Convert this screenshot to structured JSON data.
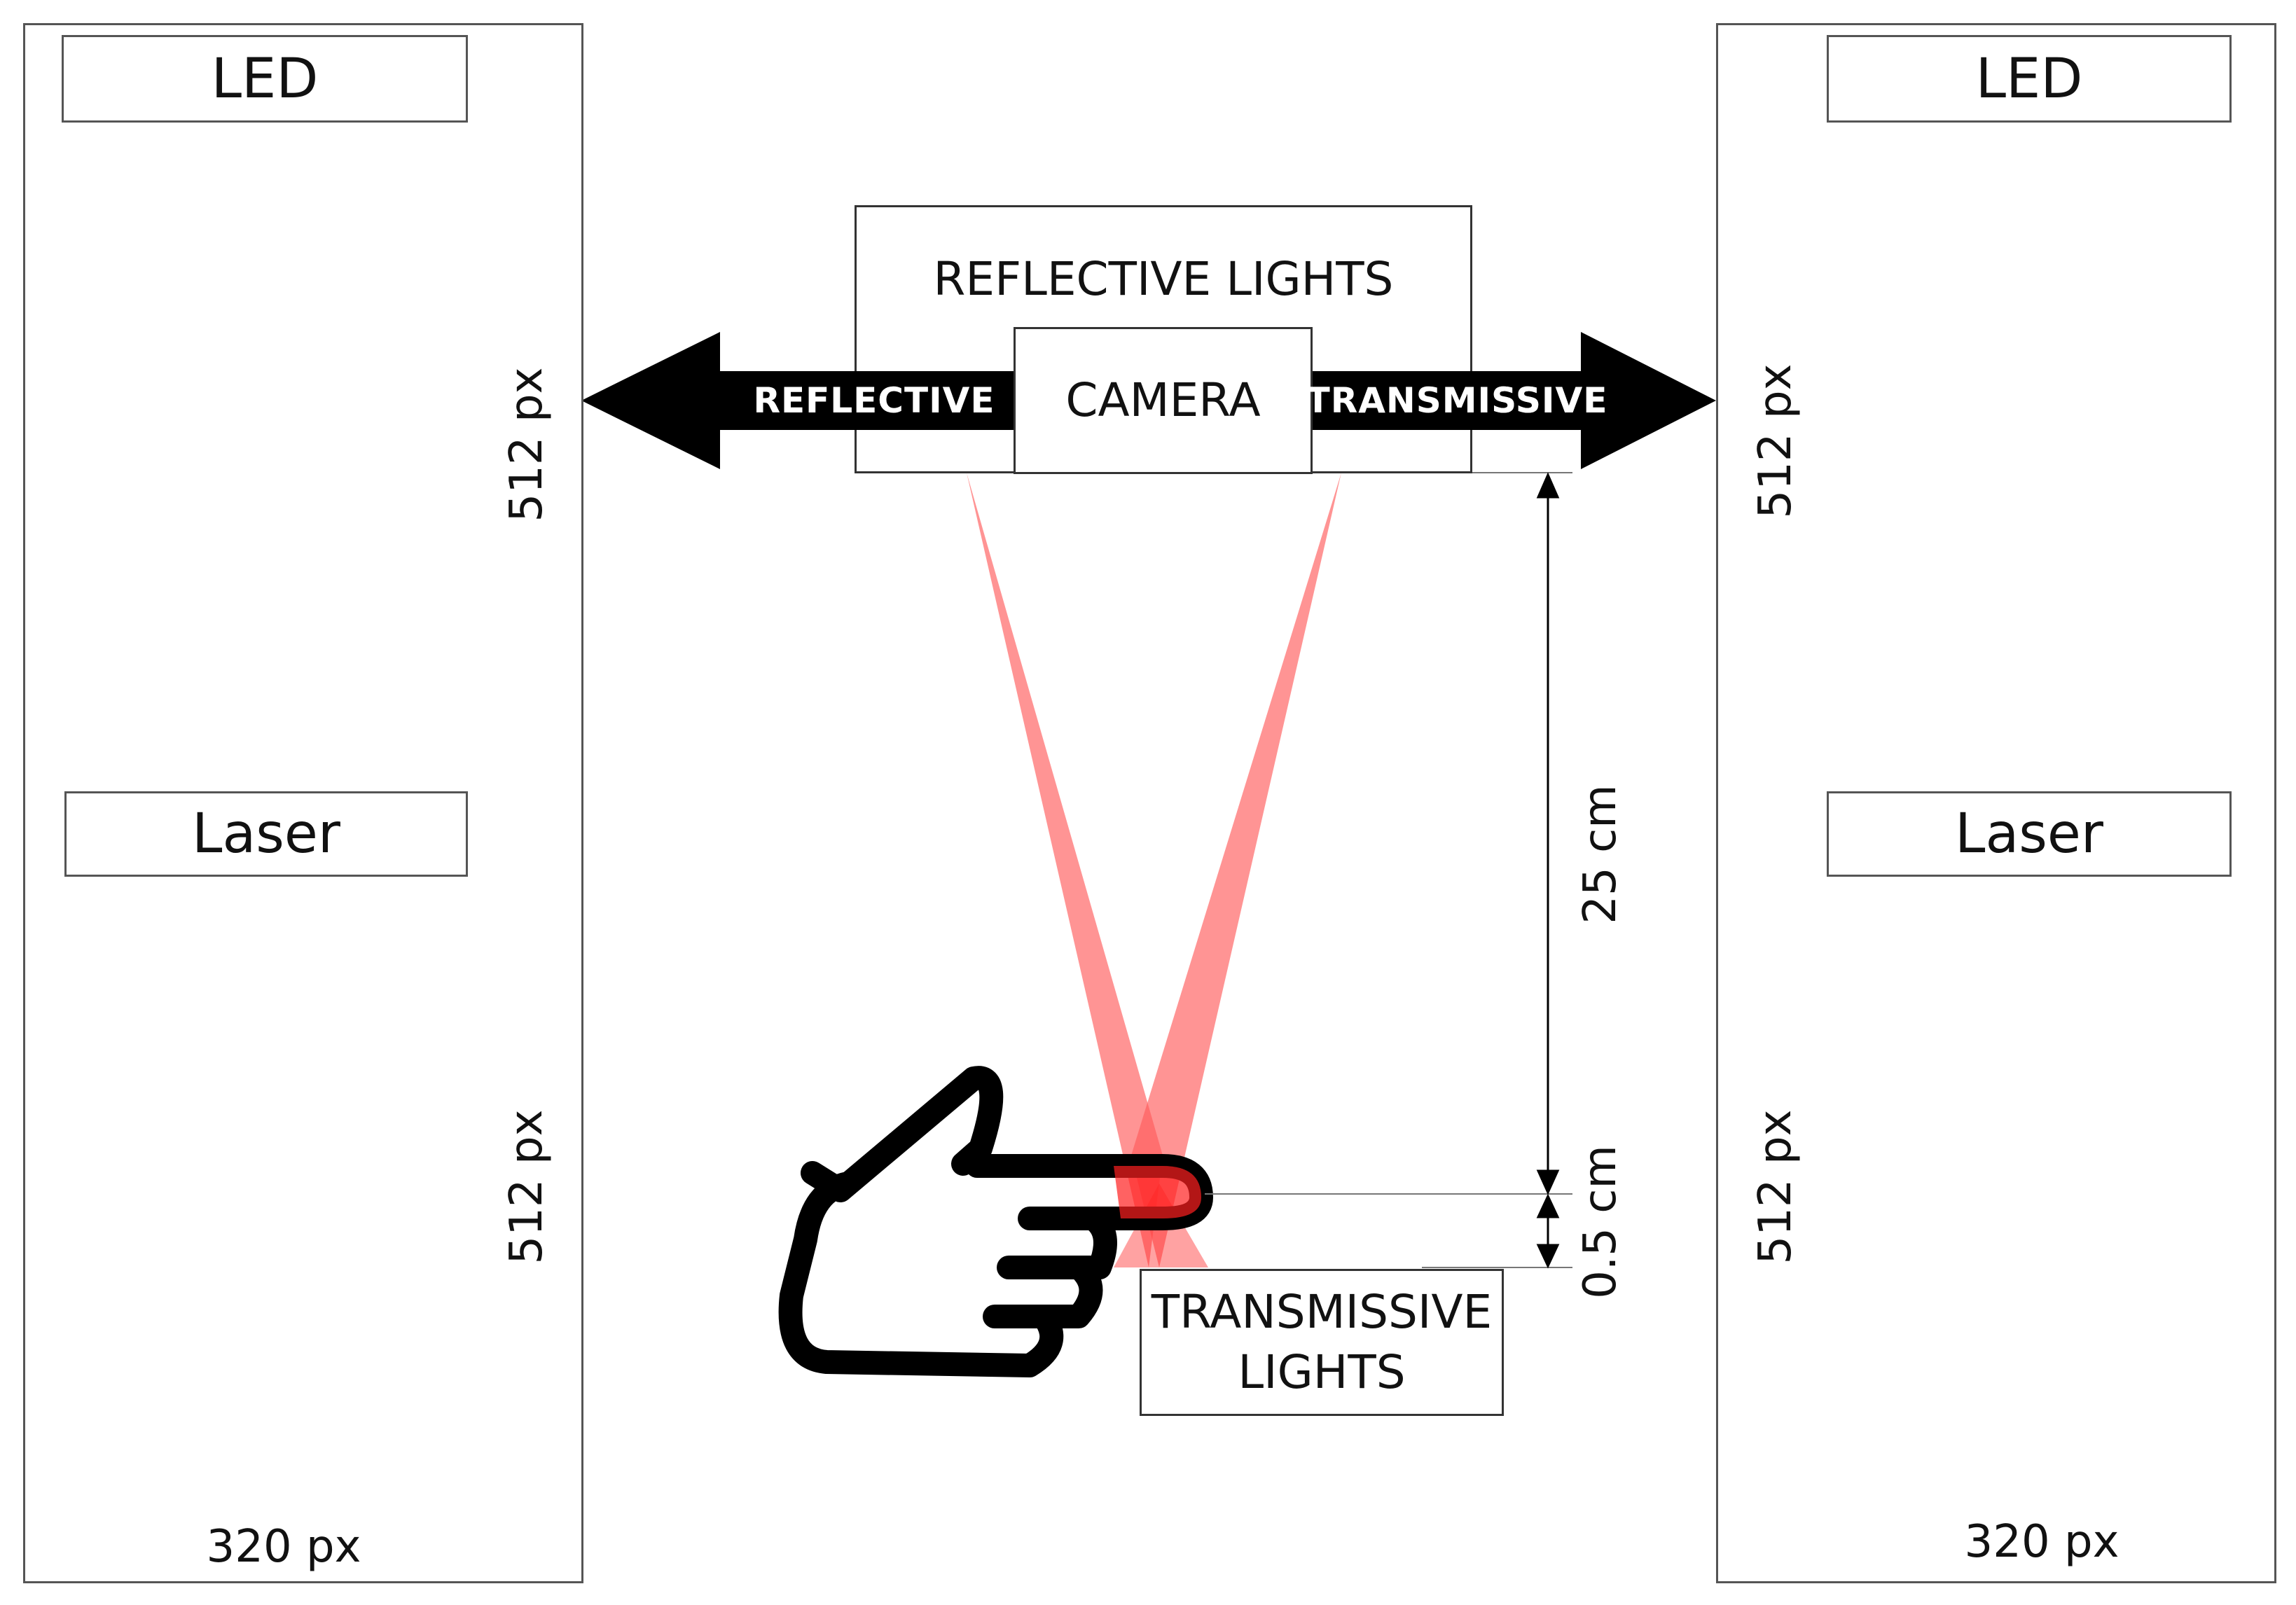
{
  "left_panel": {
    "led_title": "LED",
    "laser_title": "Laser",
    "height_label_top": "512 px",
    "height_label_bottom": "512 px",
    "width_label": "320 px"
  },
  "right_panel": {
    "led_title": "LED",
    "laser_title": "Laser",
    "height_label_top": "512 px",
    "height_label_bottom": "512 px",
    "width_label": "320 px"
  },
  "setup": {
    "reflective_lights": "REFLECTIVE LIGHTS",
    "camera": "CAMERA",
    "reflective_arrow": "REFLECTIVE",
    "transmissive_arrow": "TRANSMISSIVE",
    "transmissive_lights_line1": "TRANSMISSIVE",
    "transmissive_lights_line2": "LIGHTS",
    "distance_camera": "25 cm",
    "distance_lights": "0.5 cm"
  },
  "colors": {
    "beam": "#ff5a5a",
    "arrow": "#000000",
    "panel_border": "#555555"
  },
  "icons": {
    "hand": "pointing-hand-icon"
  }
}
